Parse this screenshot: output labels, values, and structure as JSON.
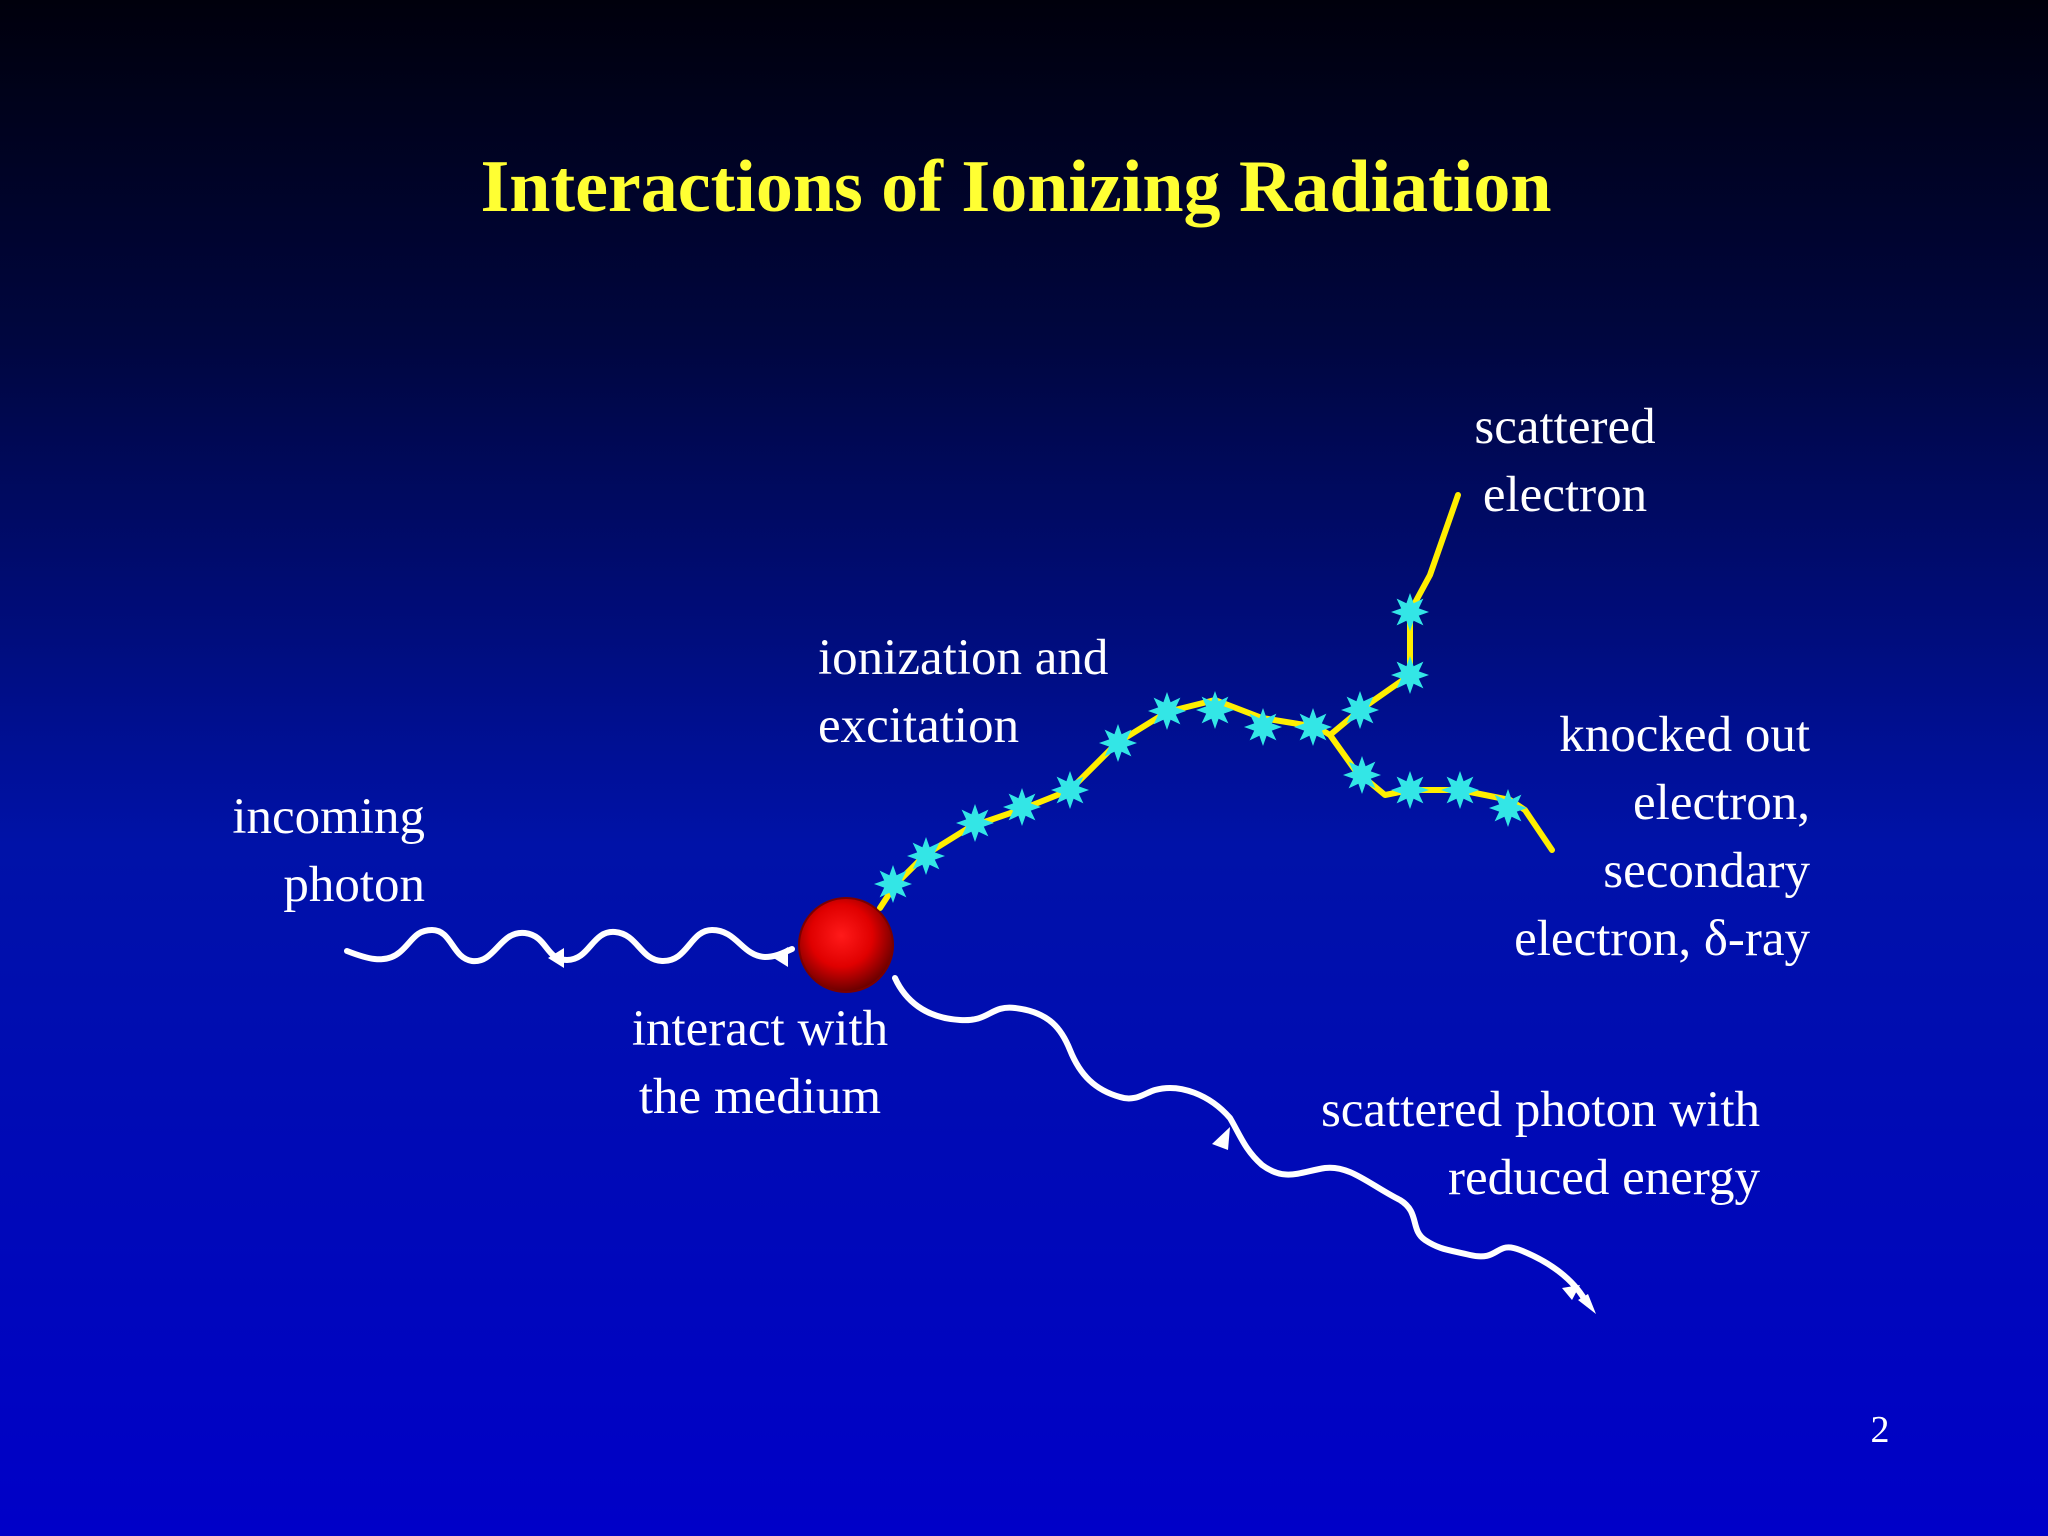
{
  "slide": {
    "title": "Interactions of Ionizing Radiation",
    "page_number": "2"
  },
  "labels": {
    "incoming_photon": "incoming\nphoton",
    "interact_with_medium": "interact with\nthe medium",
    "ionization_excitation": "ionization and\nexcitation",
    "scattered_electron": "scattered\nelectron",
    "knocked_out_electron": "knocked out\nelectron,\nsecondary\nelectron, δ-ray",
    "scattered_photon": "scattered  photon with\nreduced energy"
  },
  "colors": {
    "title": "#ffff33",
    "electron_track": "#ffee00",
    "ionization_event": "#33e6e6",
    "photon": "#ffffff",
    "interaction_point": "#ee0000"
  },
  "icons": {
    "ionization_event": "starburst-icon",
    "interaction_point": "red-sphere-icon",
    "photon_arrow": "arrowhead-icon"
  }
}
